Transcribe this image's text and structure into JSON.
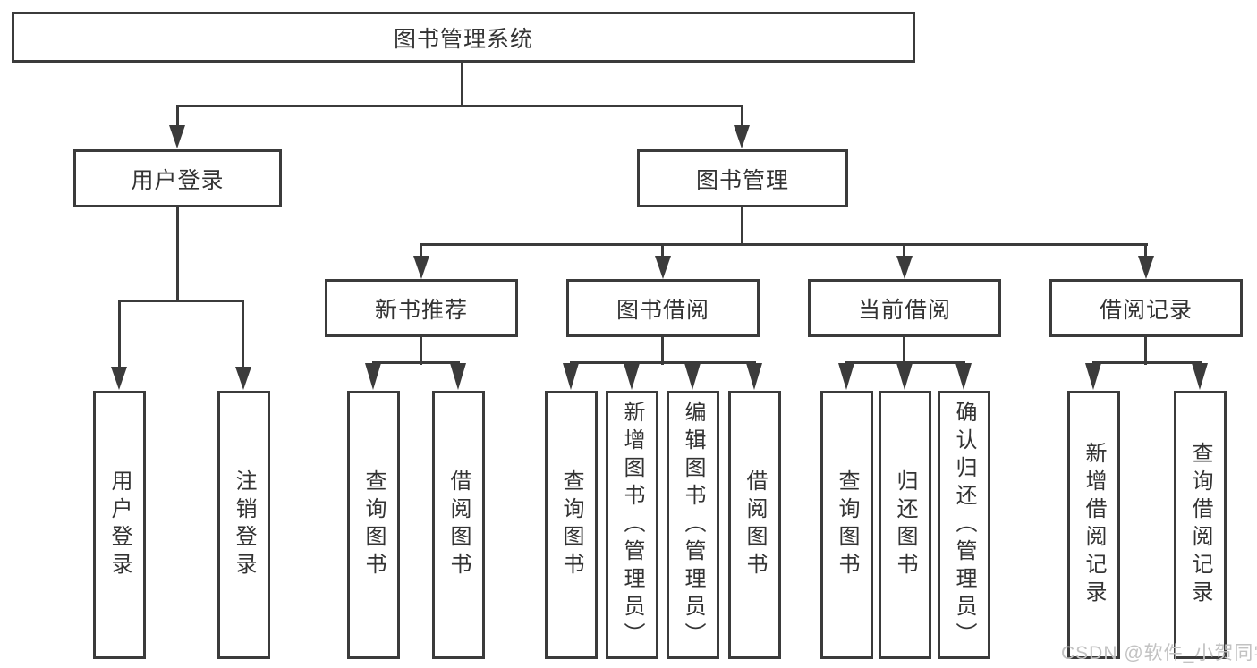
{
  "colors": {
    "line": "#3b3b3b",
    "text": "#333333",
    "watermark": "#c2c2c2",
    "bg": "#ffffff"
  },
  "tree": {
    "root": {
      "label": "图书管理系统"
    },
    "level2": [
      {
        "label": "用户登录",
        "children": [
          {
            "label": "用户登录"
          },
          {
            "label": "注销登录"
          }
        ]
      },
      {
        "label": "图书管理",
        "children": [
          {
            "label": "新书推荐",
            "children": [
              {
                "label": "查询图书"
              },
              {
                "label": "借阅图书"
              }
            ]
          },
          {
            "label": "图书借阅",
            "children": [
              {
                "label": "查询图书"
              },
              {
                "label": "新增图书（管理员）"
              },
              {
                "label": "编辑图书（管理员）"
              },
              {
                "label": "借阅图书"
              }
            ]
          },
          {
            "label": "当前借阅",
            "children": [
              {
                "label": "查询图书"
              },
              {
                "label": "归还图书"
              },
              {
                "label": "确认归还（管理员）"
              }
            ]
          },
          {
            "label": "借阅记录",
            "children": [
              {
                "label": "新增借阅记录"
              },
              {
                "label": "查询借阅记录"
              }
            ]
          }
        ]
      }
    ]
  },
  "watermark": {
    "text": "CSDN @软件_小贺同学"
  }
}
